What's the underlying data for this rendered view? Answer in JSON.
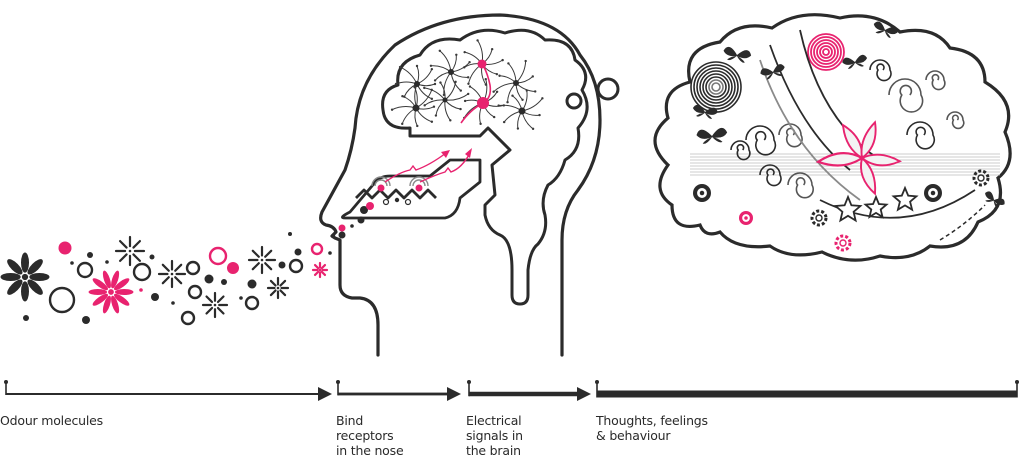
{
  "title": "How smell works: from odour molecules to thoughts, feelings and behaviour",
  "colors": {
    "ink": "#2b2b2b",
    "accent_pink": "#e8236f",
    "grey": "#8a8a8a"
  },
  "stages": [
    {
      "id": "odour",
      "label": "Odour molecules",
      "bar_weight": "thin"
    },
    {
      "id": "receptors",
      "label": "Bind\nreceptors\nin the nose",
      "bar_weight": "medium"
    },
    {
      "id": "signals",
      "label": "Electrical\nsignals in\nthe brain",
      "bar_weight": "thick"
    },
    {
      "id": "thoughts",
      "label": "Thoughts, feelings\n& behaviour",
      "bar_weight": "heaviest"
    }
  ],
  "illustrations": {
    "molecules": "odour-molecule-cloud",
    "head": "head-profile-with-brain",
    "brain": "neuron-network",
    "nose": "olfactory-receptors",
    "thought": "thought-bubble-cloud"
  }
}
